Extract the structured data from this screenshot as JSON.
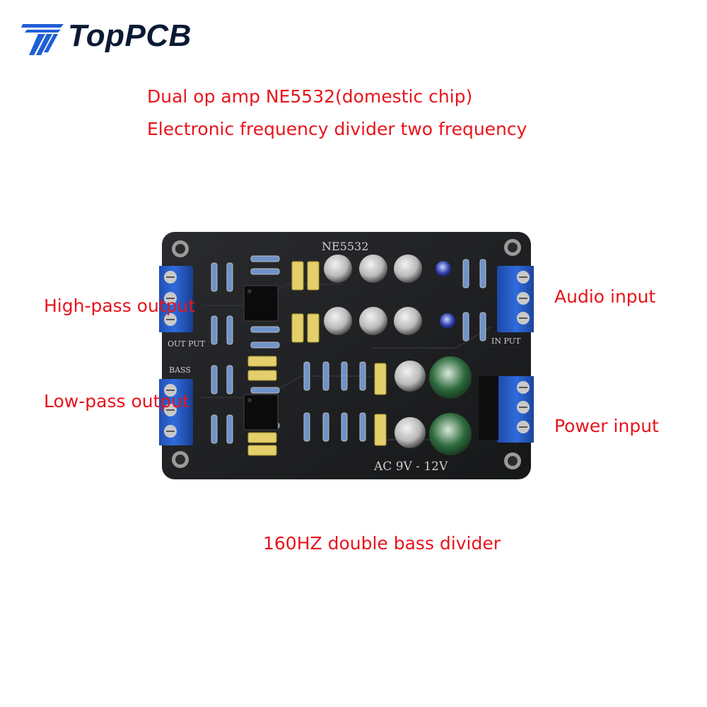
{
  "brand": {
    "name": "TopPCB",
    "colors": {
      "mark_blue": "#1f5fd6",
      "text_dark": "#0b1a33"
    }
  },
  "captions": {
    "chip": "Dual op amp NE5532(domestic chip)",
    "function": "Electronic frequency divider two frequency",
    "high_pass": "High-pass output",
    "audio_input": "Audio input",
    "low_pass": "Low-pass output",
    "power_input": "Power input",
    "bottom": "160HZ double bass divider",
    "color": "#e8141c"
  },
  "board": {
    "silkscreen_chip": "NE5532",
    "label_output": "OUT PUT",
    "label_input": "IN PUT",
    "label_bass": "BASS",
    "label_power": "AC 9V - 12V",
    "pcb_color": "#1e1f21"
  }
}
